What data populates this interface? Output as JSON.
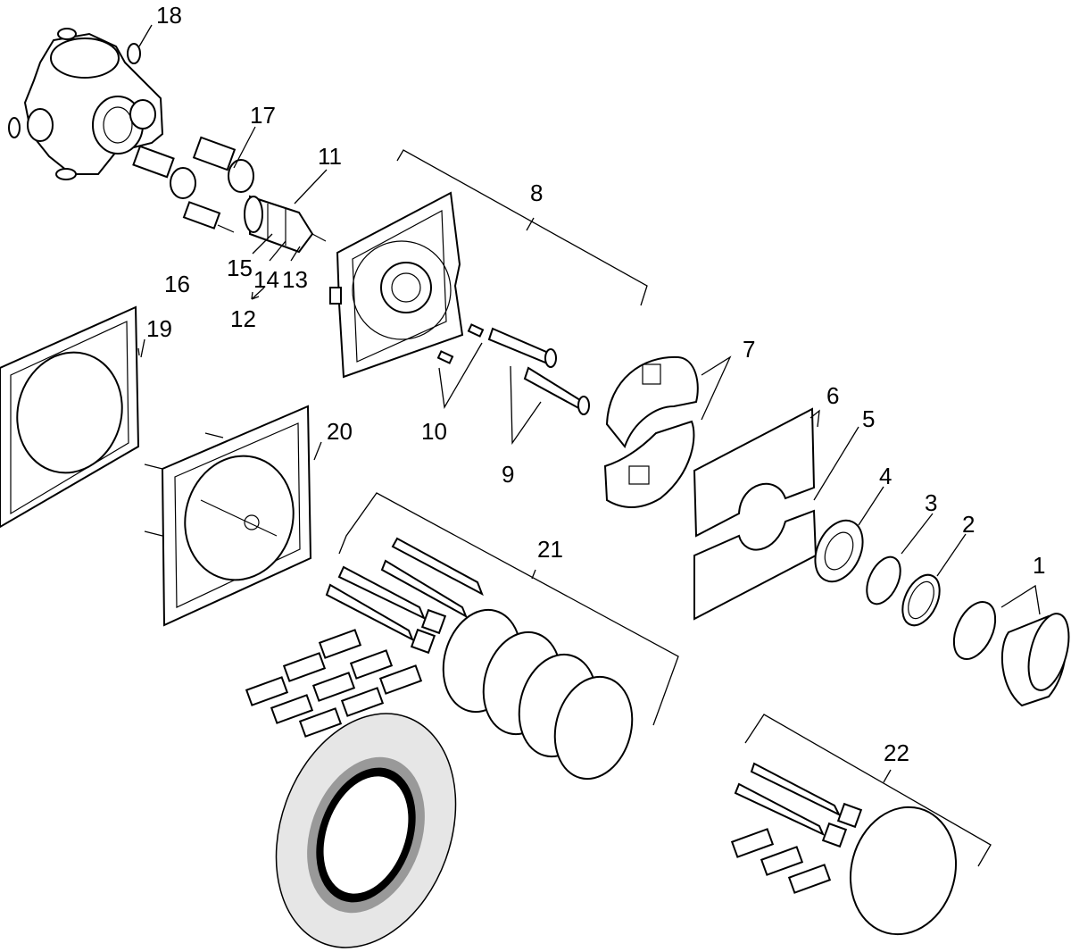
{
  "labels": {
    "p1": "1",
    "p2": "2",
    "p3": "3",
    "p4": "4",
    "p5": "5",
    "p6": "6",
    "p7": "7",
    "p8": "8",
    "p9": "9",
    "p10": "10",
    "p11": "11",
    "p12": "12",
    "p13": "13",
    "p14": "14",
    "p15": "15",
    "p16": "16",
    "p17": "17",
    "p18": "18",
    "p19": "19",
    "p20": "20",
    "p21": "21",
    "p22": "22"
  }
}
